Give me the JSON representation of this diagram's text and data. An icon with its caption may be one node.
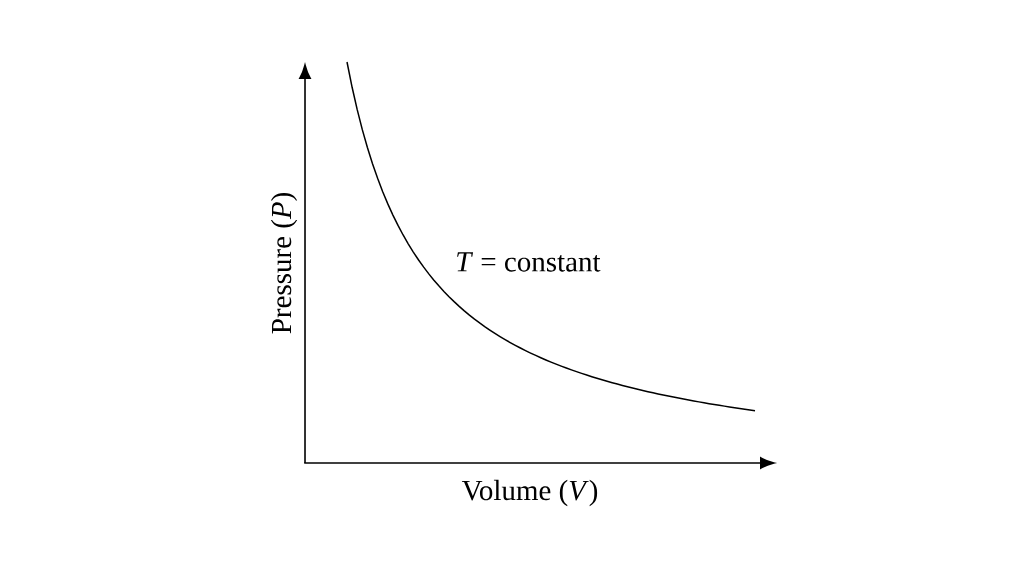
{
  "diagram": {
    "labels": [
      "Pressure (*P*)",
      "*T* = constant",
      "Volume (*V*)"
    ]
  }
}
